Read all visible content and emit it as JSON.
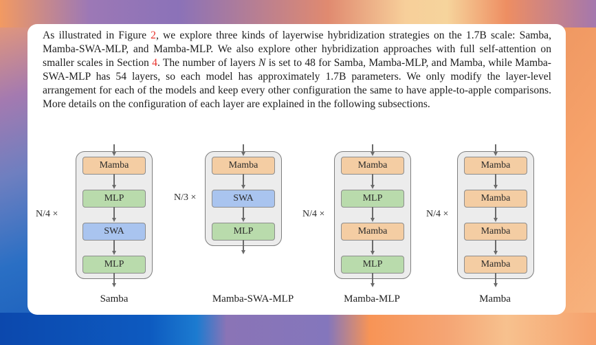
{
  "paragraph": {
    "segments": [
      {
        "text": "As illustrated in Figure ",
        "style": "normal"
      },
      {
        "text": "2",
        "style": "ref"
      },
      {
        "text": ", we explore three kinds of layerwise hybridization strategies on the 1.7B scale: Samba, Mamba-SWA-MLP, and Mamba-MLP. We also explore other hybridization approaches with full self-attention on smaller scales in Section ",
        "style": "normal"
      },
      {
        "text": "4",
        "style": "ref"
      },
      {
        "text": ". The number of layers ",
        "style": "normal"
      },
      {
        "text": "N",
        "style": "italic"
      },
      {
        "text": " is set to 48 for Samba, Mamba-MLP, and Mamba, while Mamba-SWA-MLP has 54 layers, so each model has approximately 1.7B parameters. We only modify the layer-level arrangement for each of the models and keep every other configuration the same to have apple-to-apple comparisons. More details on the configuration of each layer are explained in the following subsections.",
        "style": "normal"
      }
    ]
  },
  "figure": {
    "colors": {
      "Mamba": "#f4cda3",
      "MLP": "#b9dbac",
      "SWA": "#a9c4ef",
      "stack_bg": "#ececec",
      "reference_link": "#e8322c"
    },
    "architectures": [
      {
        "name": "Samba",
        "repeat": "N/4 ×",
        "layers": [
          "Mamba",
          "MLP",
          "SWA",
          "MLP"
        ]
      },
      {
        "name": "Mamba-SWA-MLP",
        "repeat": "N/3 ×",
        "layers": [
          "Mamba",
          "SWA",
          "MLP"
        ]
      },
      {
        "name": "Mamba-MLP",
        "repeat": "N/4 ×",
        "layers": [
          "Mamba",
          "MLP",
          "Mamba",
          "MLP"
        ]
      },
      {
        "name": "Mamba",
        "repeat": "N/4 ×",
        "layers": [
          "Mamba",
          "Mamba",
          "Mamba",
          "Mamba"
        ]
      }
    ]
  }
}
